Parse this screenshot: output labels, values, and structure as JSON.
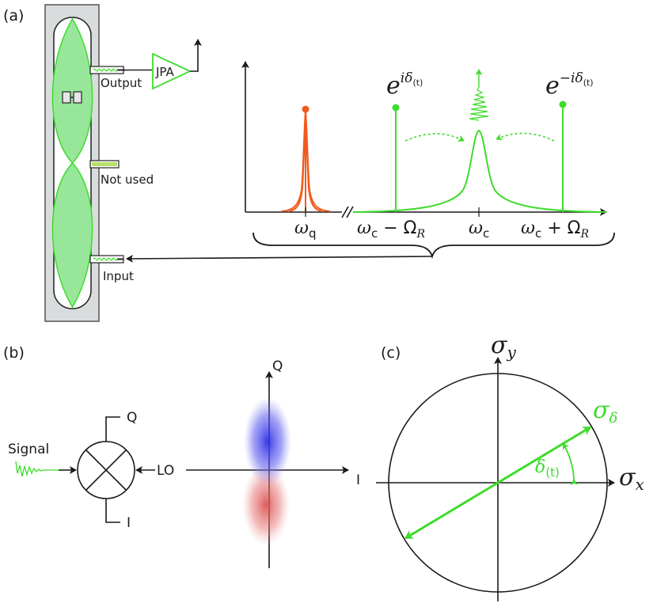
{
  "colors": {
    "green": "#3ddc2c",
    "green_fill": "#98e69a",
    "orange": "#f05a1e",
    "blue": "#3a3af0",
    "red": "#e46060",
    "device_gray": "#d8dcdc"
  },
  "panel_a": {
    "tag": "(a)",
    "output_label": "Output",
    "amp_label": "JPA",
    "not_used_label": "Not used",
    "input_label": "Input",
    "spectrum": {
      "qubit_label": {
        "symbol": "ω",
        "sub": "q"
      },
      "cavity_label": {
        "symbol": "ω",
        "sub": "c"
      },
      "lower_sideband_label": {
        "base": "ω",
        "sub": "c",
        "op": " − Ω",
        "opsub": "R"
      },
      "upper_sideband_label": {
        "base": "ω",
        "sub": "c",
        "op": " + Ω",
        "opsub": "R"
      },
      "lower_phase_label": {
        "base": "e",
        "exp": "iδ",
        "expsub": "(t)"
      },
      "upper_phase_label": {
        "base": "e",
        "exp": "−iδ",
        "expsub": "(t)"
      }
    }
  },
  "panel_b": {
    "tag": "(b)",
    "signal_label": "Signal",
    "lo_label": "LO",
    "mixer_q_label": "Q",
    "mixer_i_label": "I",
    "axis_q_label": "Q",
    "axis_i_label": "I"
  },
  "panel_c": {
    "tag": "(c)",
    "x_axis_label": {
      "symbol": "σ",
      "sub": "x"
    },
    "y_axis_label": {
      "symbol": "σ",
      "sub": "y"
    },
    "vector_label": {
      "symbol": "σ",
      "sub": "δ"
    },
    "angle_label": {
      "symbol": "δ",
      "sub": "(t)"
    },
    "vector_angle_deg": 31
  }
}
